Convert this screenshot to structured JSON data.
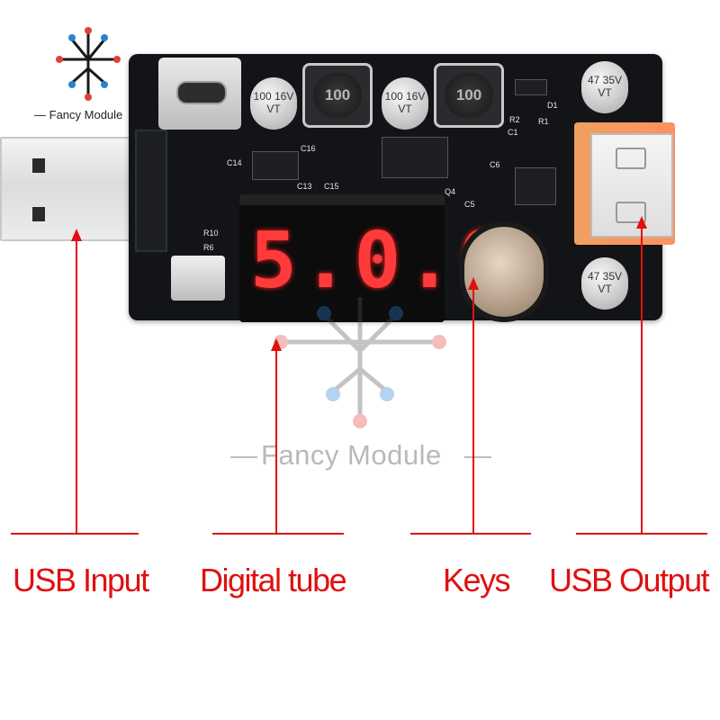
{
  "watermark": {
    "brand_name": "Fancy Module",
    "logo_icon": "circuit-logo-icon",
    "colors": {
      "node_blue": "#2f7fd6",
      "node_red": "#e0413b",
      "trace_dark": "#1a1a1a"
    }
  },
  "board": {
    "display_reading": "5.0.0",
    "capacitor_labels": [
      "100 16V VT",
      "100 16V VT",
      "47 35V VT",
      "47 35V VT"
    ],
    "inductor_labels": [
      "100",
      "100"
    ],
    "component_markings": [
      "C14",
      "C16",
      "C13",
      "C15",
      "R2",
      "C1",
      "R1",
      "C6",
      "C5",
      "Q4",
      "R10",
      "R6",
      "D1"
    ],
    "colors": {
      "pcb": "#121418",
      "display_segment": "#ff3a3a",
      "usb_output_housing": "#f0a060"
    }
  },
  "callouts": [
    {
      "id": "usb-input",
      "label": "USB Input"
    },
    {
      "id": "digital-tube",
      "label": "Digital tube"
    },
    {
      "id": "keys",
      "label": "Keys"
    },
    {
      "id": "usb-output",
      "label": "USB Output"
    }
  ],
  "callout_color": "#e01010"
}
